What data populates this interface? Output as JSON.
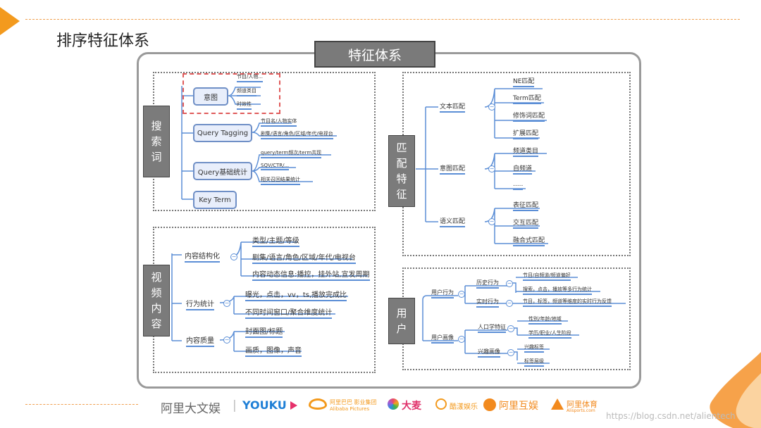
{
  "page_title": "排序特征体系",
  "main_title": "特征体系",
  "sections": {
    "query": {
      "label": "搜索词",
      "nodes": [
        {
          "label": "意图",
          "leaves": [
            "节目/人物...",
            "频道类目",
            "时效性"
          ]
        },
        {
          "label": "Query Tagging",
          "leaves": [
            "节目名/人物实体",
            "剧集/语言/角色/区域/年代/电视台"
          ]
        },
        {
          "label": "Query基础统计",
          "leaves": [
            "query/term频次/term共现",
            "SQV/CTR/...",
            "相关召回结果统计"
          ]
        },
        {
          "label": "Key Term",
          "leaves": []
        }
      ]
    },
    "match": {
      "label": "匹配特征",
      "nodes": [
        {
          "label": "文本匹配",
          "leaves": [
            "NE匹配",
            "Term匹配",
            "修饰词匹配",
            "扩展匹配"
          ]
        },
        {
          "label": "意图匹配",
          "leaves": [
            "频道类目",
            "自频道",
            "....."
          ]
        },
        {
          "label": "语义匹配",
          "leaves": [
            "表征匹配",
            "交互匹配",
            "融合式匹配"
          ]
        }
      ]
    },
    "content": {
      "label": "视频内容",
      "nodes": [
        {
          "label": "内容结构化",
          "leaves": [
            "类型/主题/等级",
            "剧集/语言/角色/区域/年代/电视台",
            "内容动态信息:播控，挂外站,宣发周期"
          ]
        },
        {
          "label": "行为统计",
          "leaves": [
            "曝光，点击，vv，ts,播放完成比",
            "不同时间窗口/聚合维度统计"
          ]
        },
        {
          "label": "内容质量",
          "leaves": [
            "封面图/标题",
            "画质，图像，声音"
          ]
        }
      ]
    },
    "user": {
      "label": "用户",
      "nodes": [
        {
          "label": "用户行为",
          "children": [
            {
              "label": "历史行为",
              "leaves": [
                "节目/自频道/频道偏好",
                "搜索，点击，播放等多行为统计"
              ]
            },
            {
              "label": "实时行为",
              "leaves": [
                "节目，标签，频道等维度的实时行为反馈"
              ]
            }
          ]
        },
        {
          "label": "用户画像",
          "children": [
            {
              "label": "人口学特征",
              "leaves": [
                "性别/年龄/地域",
                "学历/职业/人生阶段"
              ]
            },
            {
              "label": "兴趣画像",
              "leaves": [
                "兴趣标签",
                "标签层级"
              ]
            }
          ]
        }
      ]
    }
  },
  "collapse_symbol": "−",
  "footer": {
    "logos": [
      "阿里大文娱",
      "|",
      "YOUKU",
      "阿里巴巴 影业集团",
      "Alibaba Pictures",
      "大麦",
      "酷漾娱乐",
      "阿里互娱",
      "阿里体育",
      "Alisports.com"
    ],
    "watermark": "https://blog.csdn.net/alientech"
  },
  "colors": {
    "accent_orange": "#f39a1e",
    "node_fill": "#e8eefb",
    "node_border": "#6f8fc6",
    "underline_blue": "#5b8ed6",
    "label_gray": "#7b7b7b",
    "red_dash": "#e05a5a"
  }
}
